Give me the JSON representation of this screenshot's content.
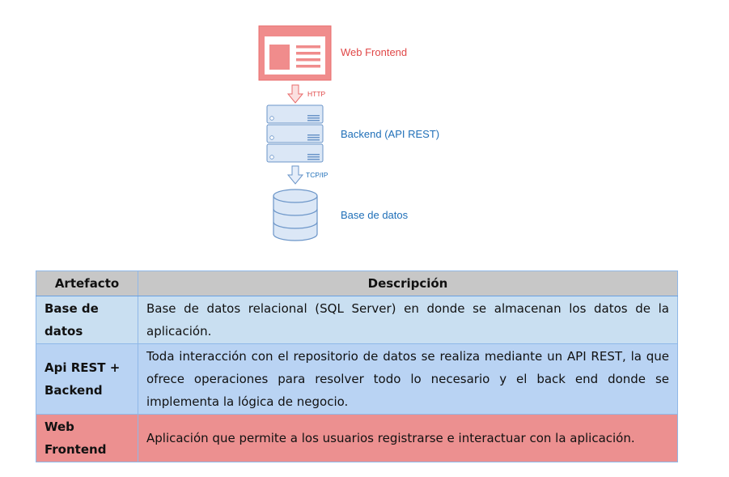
{
  "diagram": {
    "frontend_label": "Web Frontend",
    "http_label": "HTTP",
    "backend_label": "Backend (API REST)",
    "tcp_label": "TCP/IP",
    "database_label": "Base de datos",
    "colors": {
      "frontend": "#f08c8c",
      "backend": "#dbe7f6",
      "outline": "#6b95c8",
      "label_blue": "#1f6fb8",
      "label_red": "#e04848"
    },
    "icons": [
      "web-page-icon",
      "arrow-down-icon",
      "server-stack-icon",
      "database-icon"
    ]
  },
  "table": {
    "headers": [
      "Artefacto",
      "Descripción"
    ],
    "rows": [
      {
        "artefact": "Base de datos",
        "description": "Base de datos relacional (SQL Server) en donde se almacenan los datos de la aplicación."
      },
      {
        "artefact_line1": "Api REST +",
        "artefact_line2": "Backend",
        "description": "Toda interacción con el repositorio de datos se realiza mediante un API REST, la que ofrece operaciones para resolver todo lo necesario y el back end donde se implementa la lógica de negocio."
      },
      {
        "artefact": "Web Frontend",
        "description": "Aplicación que permite a los usuarios registrarse e interactuar con la aplicación."
      }
    ],
    "row_colors": [
      "#c9dff1",
      "#b9d3f3",
      "#ec9090"
    ]
  }
}
